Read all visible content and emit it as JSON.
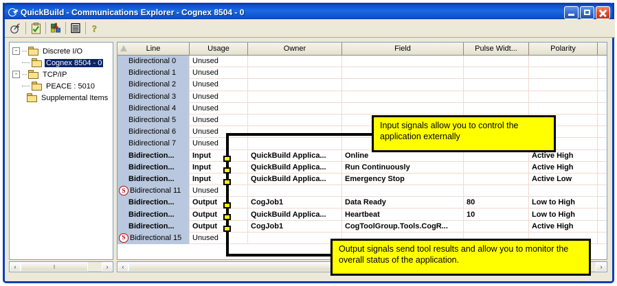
{
  "window": {
    "title": "QuickBuild - Communications Explorer - Cognex 8504 - 0",
    "icon": "quickbuild-app-icon",
    "minimize_label": "Minimize",
    "maximize_label": "Maximize",
    "close_label": "Close"
  },
  "toolbar": {
    "buttons": [
      {
        "name": "connect-icon",
        "tooltip": "Connect"
      },
      {
        "name": "checklist-icon",
        "tooltip": "Validate"
      },
      {
        "name": "blocks-icon",
        "tooltip": "Properties"
      },
      {
        "name": "list-icon",
        "tooltip": "List View"
      },
      {
        "name": "help-icon",
        "tooltip": "Help"
      }
    ]
  },
  "tree": {
    "nodes": [
      {
        "label": "Discrete I/O",
        "level": 0,
        "expander": "-",
        "selected": false
      },
      {
        "label": "Cognex 8504 - 0",
        "level": 1,
        "expander": "",
        "selected": true
      },
      {
        "label": "TCP/IP",
        "level": 0,
        "expander": "-",
        "selected": false
      },
      {
        "label": "PEACE : 5010",
        "level": 1,
        "expander": "",
        "selected": false
      },
      {
        "label": "Supplemental Items",
        "level": 0,
        "expander": "",
        "selected": false
      }
    ]
  },
  "grid": {
    "columns": [
      {
        "label": "Line",
        "width": 105,
        "sorted": true
      },
      {
        "label": "Usage",
        "width": 85,
        "sorted": false
      },
      {
        "label": "Owner",
        "width": 137,
        "sorted": false
      },
      {
        "label": "Field",
        "width": 177,
        "sorted": false
      },
      {
        "label": "Pulse Widt...",
        "width": 95,
        "sorted": false
      },
      {
        "label": "Polarity",
        "width": 100,
        "sorted": false
      },
      {
        "label": "",
        "width": 14,
        "sorted": false
      }
    ],
    "rows": [
      {
        "status": "",
        "line": "Bidirectional 0",
        "usage": "Unused",
        "owner": "",
        "field": "",
        "pulse_width": "",
        "polarity": "",
        "bold": false
      },
      {
        "status": "",
        "line": "Bidirectional 1",
        "usage": "Unused",
        "owner": "",
        "field": "",
        "pulse_width": "",
        "polarity": "",
        "bold": false
      },
      {
        "status": "",
        "line": "Bidirectional 2",
        "usage": "Unused",
        "owner": "",
        "field": "",
        "pulse_width": "",
        "polarity": "",
        "bold": false
      },
      {
        "status": "",
        "line": "Bidirectional 3",
        "usage": "Unused",
        "owner": "",
        "field": "",
        "pulse_width": "",
        "polarity": "",
        "bold": false
      },
      {
        "status": "",
        "line": "Bidirectional 4",
        "usage": "Unused",
        "owner": "",
        "field": "",
        "pulse_width": "",
        "polarity": "",
        "bold": false
      },
      {
        "status": "",
        "line": "Bidirectional 5",
        "usage": "Unused",
        "owner": "",
        "field": "",
        "pulse_width": "",
        "polarity": "",
        "bold": false
      },
      {
        "status": "",
        "line": "Bidirectional 6",
        "usage": "Unused",
        "owner": "",
        "field": "",
        "pulse_width": "",
        "polarity": "",
        "bold": false
      },
      {
        "status": "",
        "line": "Bidirectional 7",
        "usage": "Unused",
        "owner": "",
        "field": "",
        "pulse_width": "",
        "polarity": "",
        "bold": false
      },
      {
        "status": "",
        "line": "Bidirection...",
        "usage": "Input",
        "owner": "QuickBuild Applica...",
        "field": "Online",
        "pulse_width": "",
        "polarity": "Active High",
        "bold": true
      },
      {
        "status": "",
        "line": "Bidirection...",
        "usage": "Input",
        "owner": "QuickBuild Applica...",
        "field": "Run Continuously",
        "pulse_width": "",
        "polarity": "Active High",
        "bold": true
      },
      {
        "status": "",
        "line": "Bidirection...",
        "usage": "Input",
        "owner": "QuickBuild Applica...",
        "field": "Emergency Stop",
        "pulse_width": "",
        "polarity": "Active Low",
        "bold": true
      },
      {
        "status": "S",
        "line": "Bidirectional 11",
        "usage": "Unused",
        "owner": "",
        "field": "",
        "pulse_width": "",
        "polarity": "",
        "bold": false
      },
      {
        "status": "",
        "line": "Bidirection...",
        "usage": "Output",
        "owner": "CogJob1",
        "field": "Data Ready",
        "pulse_width": "80",
        "polarity": "Low to High",
        "bold": true
      },
      {
        "status": "",
        "line": "Bidirection...",
        "usage": "Output",
        "owner": "QuickBuild Applica...",
        "field": "Heartbeat",
        "pulse_width": "10",
        "polarity": "Low to High",
        "bold": true
      },
      {
        "status": "",
        "line": "Bidirection...",
        "usage": "Output",
        "owner": "CogJob1",
        "field": "CogToolGroup.Tools.CogR...",
        "pulse_width": "",
        "polarity": "Active High",
        "bold": true
      },
      {
        "status": "S",
        "line": "Bidirectional 15",
        "usage": "Unused",
        "owner": "",
        "field": "",
        "pulse_width": "",
        "polarity": "",
        "bold": false
      }
    ]
  },
  "scrollbars": {
    "tree_left_arrow": "‹",
    "tree_right_arrow": "›",
    "grid_left_arrow": "‹",
    "grid_right_arrow": "›",
    "thumb_grip": "‖"
  },
  "annotations": {
    "input_callout": "Input signals allow you to control the application externally",
    "output_callout": "Output signals send tool results and allow you to monitor the overall status of the application."
  },
  "colors": {
    "callout_fill": "#ffff00",
    "callout_border": "#000000",
    "title_bar": "#0a53d0",
    "selection": "#0a246a",
    "line_cell": "#b9c8de",
    "status_icon": "#c00000"
  }
}
